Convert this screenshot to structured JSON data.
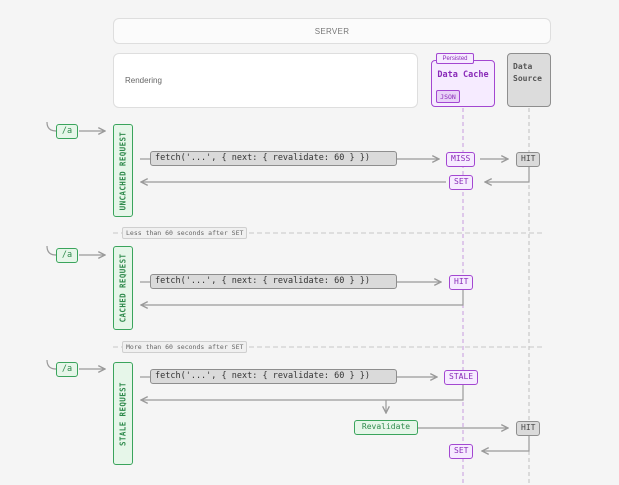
{
  "server": {
    "label": "SERVER"
  },
  "rendering": {
    "label": "Rendering"
  },
  "data_cache": {
    "title": "Data Cache",
    "persisted_tag": "Persisted",
    "format_tag": "JSON"
  },
  "data_source": {
    "line1": "Data",
    "line2": "Source"
  },
  "route": "/a",
  "fetch_call": "fetch('...', { next: { revalidate: 60 } })",
  "sections": {
    "uncached": {
      "label": "UNCACHED REQUEST",
      "cache_status": "MISS",
      "source_status": "HIT",
      "set_label": "SET"
    },
    "cached": {
      "label": "CACHED REQUEST",
      "cache_status": "HIT"
    },
    "stale": {
      "label": "STALE REQUEST",
      "cache_status": "STALE",
      "revalidate_label": "Revalidate",
      "source_status": "HIT",
      "set_label": "SET"
    }
  },
  "time_labels": {
    "less": "Less than 60 seconds after SET",
    "more": "More than 60 seconds after SET"
  },
  "colors": {
    "purple": "#a347d1",
    "green": "#3aa45c",
    "gray": "#8e8e8e"
  }
}
